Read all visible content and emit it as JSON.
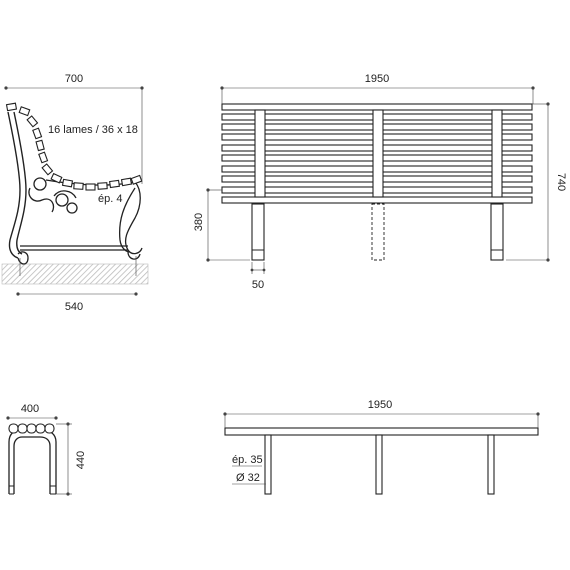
{
  "background": "#ffffff",
  "line_color": "#222222",
  "ground_hatch_color": "#bbbbbb",
  "labels": {
    "side_width": "700",
    "slats": "16 lames / 36 x 18",
    "thickness_side": "ép. 4",
    "side_depth": "540",
    "front_width": "1950",
    "total_height": "740",
    "seat_height": "380",
    "leg_width": "50",
    "module_depth": "400",
    "module_height": "440",
    "top_width": "1950",
    "top_thickness": "ép. 35",
    "tube_diameter": "Ø 32"
  }
}
